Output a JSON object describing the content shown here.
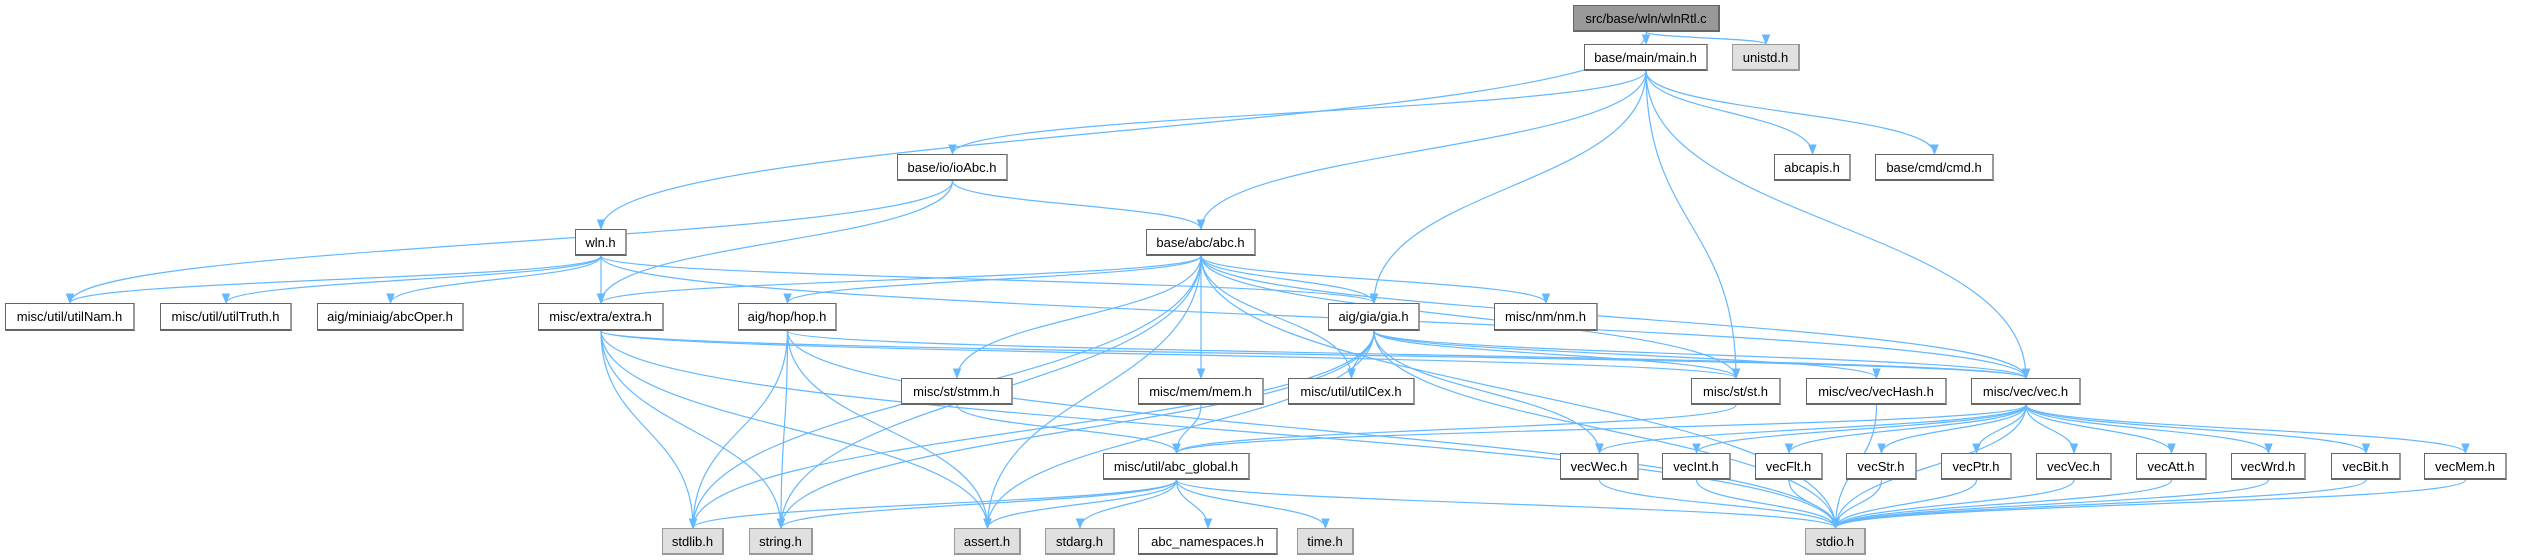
{
  "graph": {
    "title": "src/base/wln/wlnRtl.c",
    "edge_color": "#63b8ff",
    "nodes": [
      {
        "id": "src",
        "label": "src/base/wln/wlnRtl.c",
        "kind": "root"
      },
      {
        "id": "main",
        "label": "base/main/main.h",
        "kind": "file"
      },
      {
        "id": "unistd",
        "label": "unistd.h",
        "kind": "sys"
      },
      {
        "id": "abcapis",
        "label": "abcapis.h",
        "kind": "file"
      },
      {
        "id": "cmd",
        "label": "base/cmd/cmd.h",
        "kind": "file"
      },
      {
        "id": "ioAbc",
        "label": "base/io/ioAbc.h",
        "kind": "file"
      },
      {
        "id": "wln",
        "label": "wln.h",
        "kind": "file"
      },
      {
        "id": "abc",
        "label": "base/abc/abc.h",
        "kind": "file"
      },
      {
        "id": "utilNam",
        "label": "misc/util/utilNam.h",
        "kind": "file"
      },
      {
        "id": "utilTruth",
        "label": "misc/util/utilTruth.h",
        "kind": "file"
      },
      {
        "id": "abcOper",
        "label": "aig/miniaig/abcOper.h",
        "kind": "file"
      },
      {
        "id": "extra",
        "label": "misc/extra/extra.h",
        "kind": "file"
      },
      {
        "id": "hop",
        "label": "aig/hop/hop.h",
        "kind": "file"
      },
      {
        "id": "gia",
        "label": "aig/gia/gia.h",
        "kind": "file"
      },
      {
        "id": "nm",
        "label": "misc/nm/nm.h",
        "kind": "file"
      },
      {
        "id": "stmm",
        "label": "misc/st/stmm.h",
        "kind": "file"
      },
      {
        "id": "mem",
        "label": "misc/mem/mem.h",
        "kind": "file"
      },
      {
        "id": "utilCex",
        "label": "misc/util/utilCex.h",
        "kind": "file"
      },
      {
        "id": "st",
        "label": "misc/st/st.h",
        "kind": "file"
      },
      {
        "id": "vecHash",
        "label": "misc/vec/vecHash.h",
        "kind": "file"
      },
      {
        "id": "vec",
        "label": "misc/vec/vec.h",
        "kind": "file"
      },
      {
        "id": "abc_global",
        "label": "misc/util/abc_global.h",
        "kind": "file"
      },
      {
        "id": "vecWec",
        "label": "vecWec.h",
        "kind": "file"
      },
      {
        "id": "vecInt",
        "label": "vecInt.h",
        "kind": "file"
      },
      {
        "id": "vecFlt",
        "label": "vecFlt.h",
        "kind": "file"
      },
      {
        "id": "vecStr",
        "label": "vecStr.h",
        "kind": "file"
      },
      {
        "id": "vecPtr",
        "label": "vecPtr.h",
        "kind": "file"
      },
      {
        "id": "vecVec",
        "label": "vecVec.h",
        "kind": "file"
      },
      {
        "id": "vecAtt",
        "label": "vecAtt.h",
        "kind": "file"
      },
      {
        "id": "vecWrd",
        "label": "vecWrd.h",
        "kind": "file"
      },
      {
        "id": "vecBit",
        "label": "vecBit.h",
        "kind": "file"
      },
      {
        "id": "vecMem",
        "label": "vecMem.h",
        "kind": "file"
      },
      {
        "id": "stdlib",
        "label": "stdlib.h",
        "kind": "sys"
      },
      {
        "id": "string",
        "label": "string.h",
        "kind": "sys"
      },
      {
        "id": "assert",
        "label": "assert.h",
        "kind": "sys"
      },
      {
        "id": "stdarg",
        "label": "stdarg.h",
        "kind": "sys"
      },
      {
        "id": "abc_namespaces",
        "label": "abc_namespaces.h",
        "kind": "file"
      },
      {
        "id": "time",
        "label": "time.h",
        "kind": "sys"
      },
      {
        "id": "stdio",
        "label": "stdio.h",
        "kind": "sys"
      }
    ],
    "edges": [
      [
        "src",
        "main"
      ],
      [
        "src",
        "unistd"
      ],
      [
        "src",
        "wln"
      ],
      [
        "main",
        "ioAbc"
      ],
      [
        "main",
        "abc"
      ],
      [
        "main",
        "gia"
      ],
      [
        "main",
        "st"
      ],
      [
        "main",
        "vec"
      ],
      [
        "main",
        "abcapis"
      ],
      [
        "main",
        "cmd"
      ],
      [
        "ioAbc",
        "abc"
      ],
      [
        "ioAbc",
        "extra"
      ],
      [
        "ioAbc",
        "utilNam"
      ],
      [
        "wln",
        "utilNam"
      ],
      [
        "wln",
        "utilTruth"
      ],
      [
        "wln",
        "abcOper"
      ],
      [
        "wln",
        "extra"
      ],
      [
        "wln",
        "gia"
      ],
      [
        "wln",
        "vec"
      ],
      [
        "abc",
        "hop"
      ],
      [
        "abc",
        "extra"
      ],
      [
        "abc",
        "gia"
      ],
      [
        "abc",
        "nm"
      ],
      [
        "abc",
        "stmm"
      ],
      [
        "abc",
        "mem"
      ],
      [
        "abc",
        "utilCex"
      ],
      [
        "abc",
        "st"
      ],
      [
        "abc",
        "vec"
      ],
      [
        "abc",
        "stdlib"
      ],
      [
        "abc",
        "string"
      ],
      [
        "abc",
        "assert"
      ],
      [
        "abc",
        "stdio"
      ],
      [
        "extra",
        "stdlib"
      ],
      [
        "extra",
        "string"
      ],
      [
        "extra",
        "assert"
      ],
      [
        "extra",
        "st"
      ],
      [
        "extra",
        "vec"
      ],
      [
        "extra",
        "stdio"
      ],
      [
        "hop",
        "stdlib"
      ],
      [
        "hop",
        "string"
      ],
      [
        "hop",
        "assert"
      ],
      [
        "hop",
        "vec"
      ],
      [
        "hop",
        "stdio"
      ],
      [
        "gia",
        "utilCex"
      ],
      [
        "gia",
        "vecHash"
      ],
      [
        "gia",
        "vec"
      ],
      [
        "gia",
        "st"
      ],
      [
        "gia",
        "stdlib"
      ],
      [
        "gia",
        "string"
      ],
      [
        "gia",
        "assert"
      ],
      [
        "gia",
        "stdio"
      ],
      [
        "gia",
        "vecWec"
      ],
      [
        "stmm",
        "abc_global"
      ],
      [
        "mem",
        "abc_global"
      ],
      [
        "st",
        "abc_global"
      ],
      [
        "vecHash",
        "stdio"
      ],
      [
        "vec",
        "abc_global"
      ],
      [
        "vec",
        "vecWec"
      ],
      [
        "vec",
        "vecInt"
      ],
      [
        "vec",
        "vecFlt"
      ],
      [
        "vec",
        "vecStr"
      ],
      [
        "vec",
        "vecPtr"
      ],
      [
        "vec",
        "vecVec"
      ],
      [
        "vec",
        "vecAtt"
      ],
      [
        "vec",
        "vecWrd"
      ],
      [
        "vec",
        "vecBit"
      ],
      [
        "vec",
        "vecMem"
      ],
      [
        "vec",
        "stdio"
      ],
      [
        "abc_global",
        "stdlib"
      ],
      [
        "abc_global",
        "string"
      ],
      [
        "abc_global",
        "assert"
      ],
      [
        "abc_global",
        "stdarg"
      ],
      [
        "abc_global",
        "abc_namespaces"
      ],
      [
        "abc_global",
        "time"
      ],
      [
        "abc_global",
        "stdio"
      ],
      [
        "vecWec",
        "stdio"
      ],
      [
        "vecInt",
        "stdio"
      ],
      [
        "vecFlt",
        "stdio"
      ],
      [
        "vecStr",
        "stdio"
      ],
      [
        "vecPtr",
        "stdio"
      ],
      [
        "vecVec",
        "stdio"
      ],
      [
        "vecAtt",
        "stdio"
      ],
      [
        "vecWrd",
        "stdio"
      ],
      [
        "vecBit",
        "stdio"
      ],
      [
        "vecMem",
        "stdio"
      ]
    ]
  }
}
